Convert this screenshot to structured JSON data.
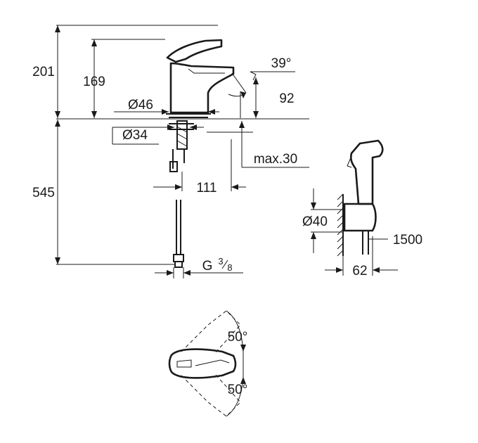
{
  "dimensions": {
    "total_height": "201",
    "spout_height": "169",
    "handle_angle": "39°",
    "spout_clearance": "92",
    "base_diameter": "Ø46",
    "hole_diameter": "Ø34",
    "max_deck": "max.30",
    "projection": "111",
    "hose_length": "545",
    "thread": "G",
    "thread_num": "3",
    "thread_den": "8",
    "holder_diameter": "Ø40",
    "shower_hose": "1500",
    "holder_projection": "62",
    "rotation_left": "50°",
    "rotation_right": "50°"
  },
  "colors": {
    "line": "#1a1a1a",
    "background": "#ffffff"
  }
}
